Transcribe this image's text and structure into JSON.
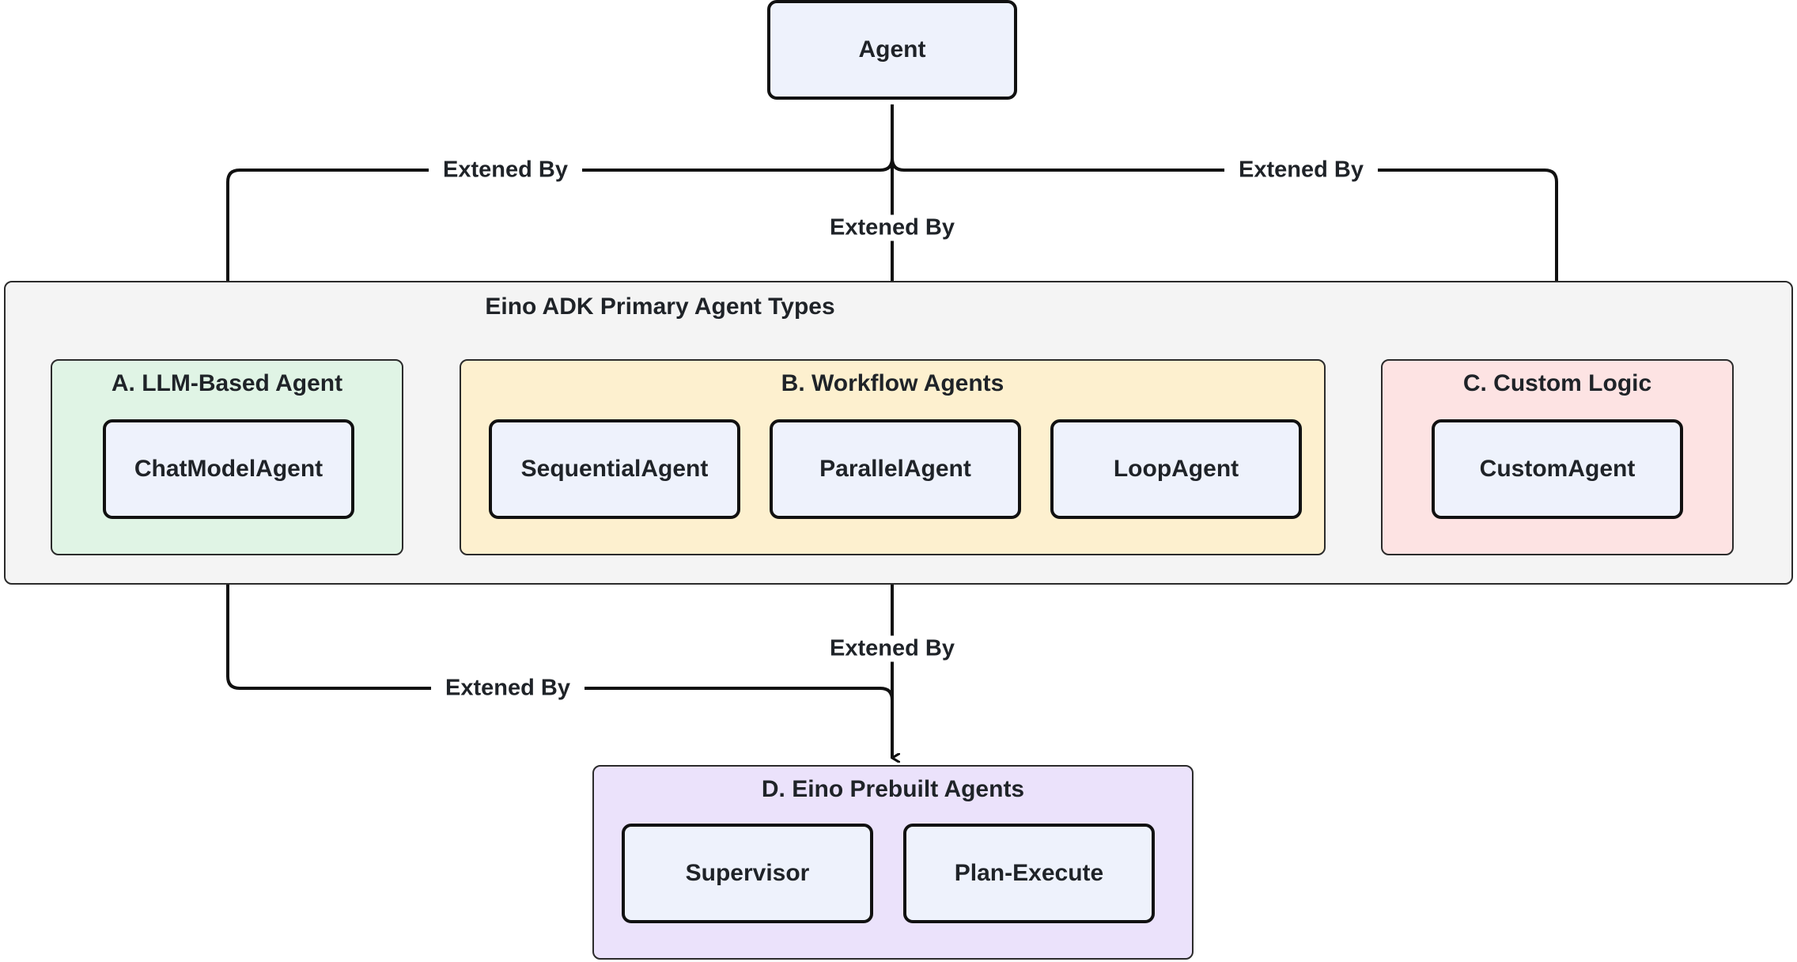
{
  "diagram": {
    "root": {
      "label": "Agent"
    },
    "container": {
      "title": "Eino ADK Primary Agent Types",
      "groups": [
        {
          "title": "A. LLM-Based Agent",
          "nodes": [
            "ChatModelAgent"
          ]
        },
        {
          "title": "B. Workflow Agents",
          "nodes": [
            "SequentialAgent",
            "ParallelAgent",
            "LoopAgent"
          ]
        },
        {
          "title": "C. Custom Logic",
          "nodes": [
            "CustomAgent"
          ]
        }
      ]
    },
    "prebuilt": {
      "title": "D. Eino Prebuilt Agents",
      "nodes": [
        "Supervisor",
        "Plan-Execute"
      ]
    },
    "edges": [
      {
        "from": "Agent",
        "to": "A. LLM-Based Agent",
        "label": "Extened By"
      },
      {
        "from": "Agent",
        "to": "B. Workflow Agents",
        "label": "Extened By"
      },
      {
        "from": "Agent",
        "to": "C. Custom Logic",
        "label": "Extened By"
      },
      {
        "from": "A. LLM-Based Agent",
        "to": "D. Eino Prebuilt Agents",
        "label": "Extened By"
      },
      {
        "from": "B. Workflow Agents",
        "to": "D. Eino Prebuilt Agents",
        "label": "Extened By"
      }
    ],
    "colors": {
      "node_fill": "#eef2fc",
      "container_fill": "#f4f4f4",
      "group_a_fill": "#e0f4e5",
      "group_b_fill": "#fdf0cf",
      "group_c_fill": "#fde3e3",
      "group_d_fill": "#ebe2fb",
      "stroke": "#111111"
    }
  }
}
